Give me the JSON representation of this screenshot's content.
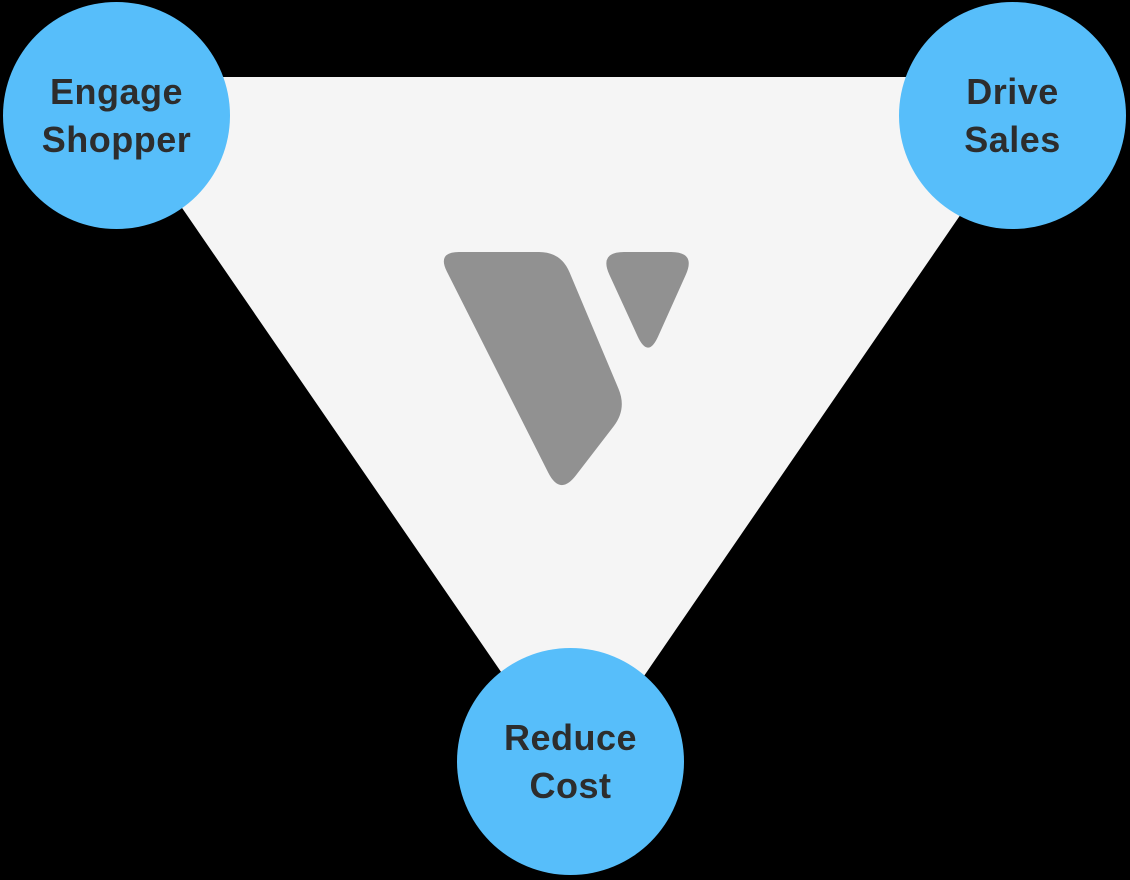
{
  "colors": {
    "background": "#000000",
    "triangle_fill": "#f5f5f5",
    "node_fill": "#57befa",
    "node_text": "#2d2d2d",
    "logo_fill": "#919191"
  },
  "logo": {
    "icon": "v-logo-icon"
  },
  "nodes": [
    {
      "id": "engage-shopper",
      "label": "Engage\nShopper"
    },
    {
      "id": "drive-sales",
      "label": "Drive\nSales"
    },
    {
      "id": "reduce-cost",
      "label": "Reduce\nCost"
    }
  ]
}
